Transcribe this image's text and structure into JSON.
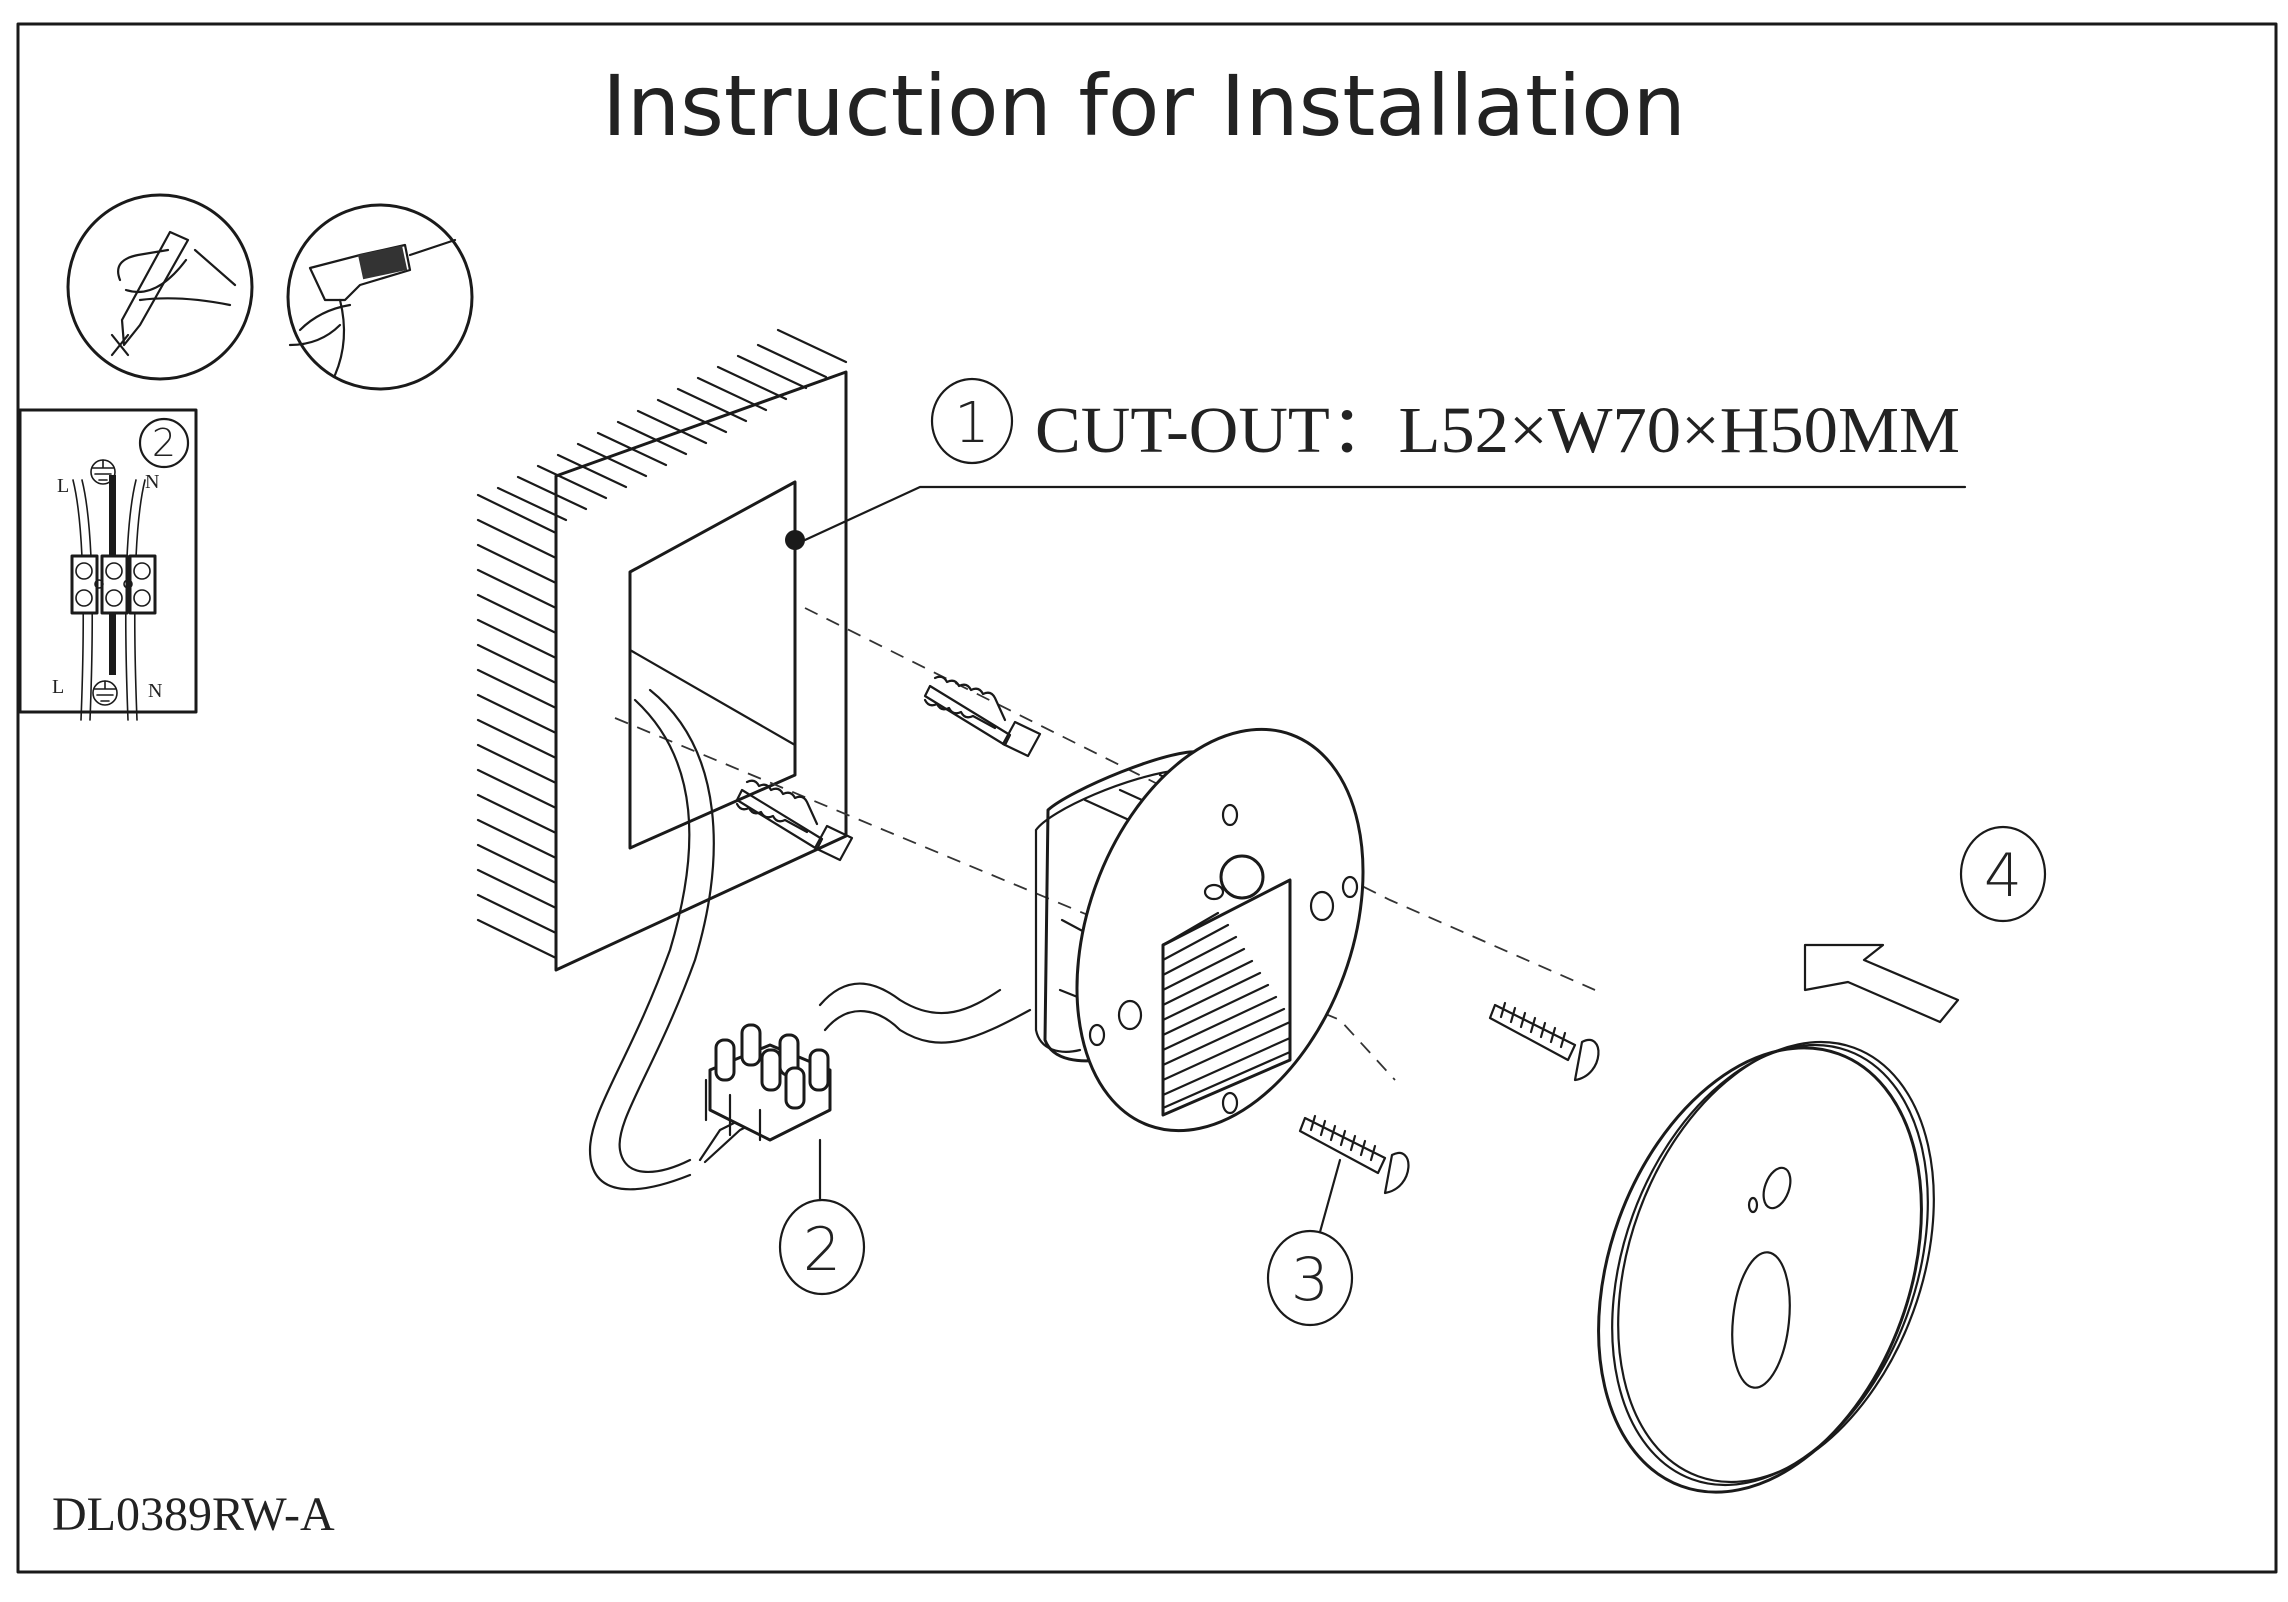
{
  "title": "Instruction for Installation",
  "model_code": "DL0389RW-A",
  "callouts": {
    "step1": {
      "number": "1",
      "label": "CUT-OUT：L52×W70×H50MM"
    },
    "step2": {
      "number": "2"
    },
    "step2_inset": {
      "number": "2"
    },
    "step3": {
      "number": "3"
    },
    "step4": {
      "number": "4"
    }
  },
  "wiring_inset": {
    "top_left": "L",
    "top_right": "N",
    "bottom_left": "L",
    "bottom_right": "N",
    "earth_symbol": "earth-ground"
  },
  "tool_icons": [
    "pencil-marking-icon",
    "power-drill-icon"
  ],
  "colors": {
    "ink": "#1a1a1a",
    "paper": "#ffffff"
  }
}
